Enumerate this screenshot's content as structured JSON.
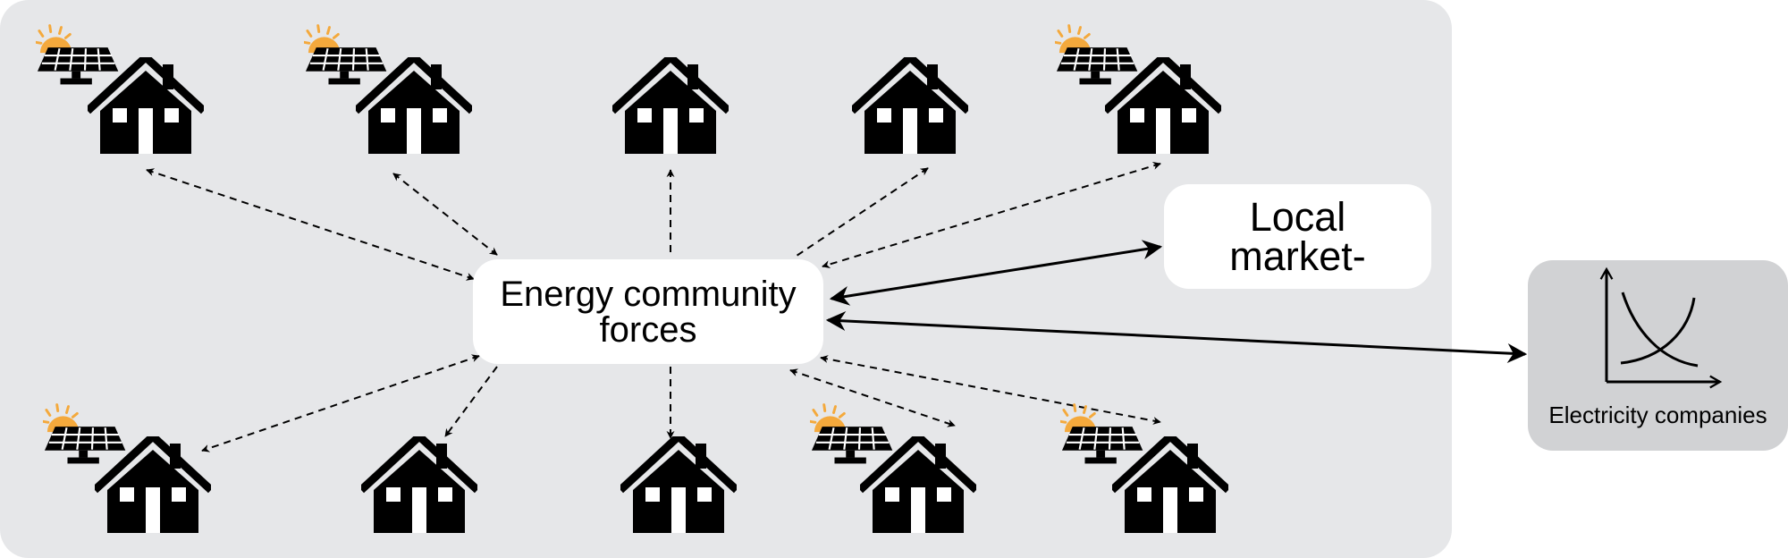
{
  "community": {
    "hub_line1": "Energy community",
    "hub_line2": "forces"
  },
  "market": {
    "line1": "Local",
    "line2": "market-"
  },
  "companies": {
    "label": "Electricity companies",
    "icon": "supply-demand-curve-icon"
  },
  "houses": [
    {
      "name": "house-top-1",
      "solar": true
    },
    {
      "name": "house-top-2",
      "solar": true
    },
    {
      "name": "house-top-3",
      "solar": false
    },
    {
      "name": "house-top-4",
      "solar": false
    },
    {
      "name": "house-top-5",
      "solar": true
    },
    {
      "name": "house-bottom-1",
      "solar": true
    },
    {
      "name": "house-bottom-2",
      "solar": false
    },
    {
      "name": "house-bottom-3",
      "solar": false
    },
    {
      "name": "house-bottom-4",
      "solar": true
    },
    {
      "name": "house-bottom-5",
      "solar": true
    }
  ],
  "colors": {
    "panel": "#e6e7e9",
    "companies_panel": "#d1d2d4",
    "sun": "#f4a93c",
    "ink": "#000000"
  }
}
